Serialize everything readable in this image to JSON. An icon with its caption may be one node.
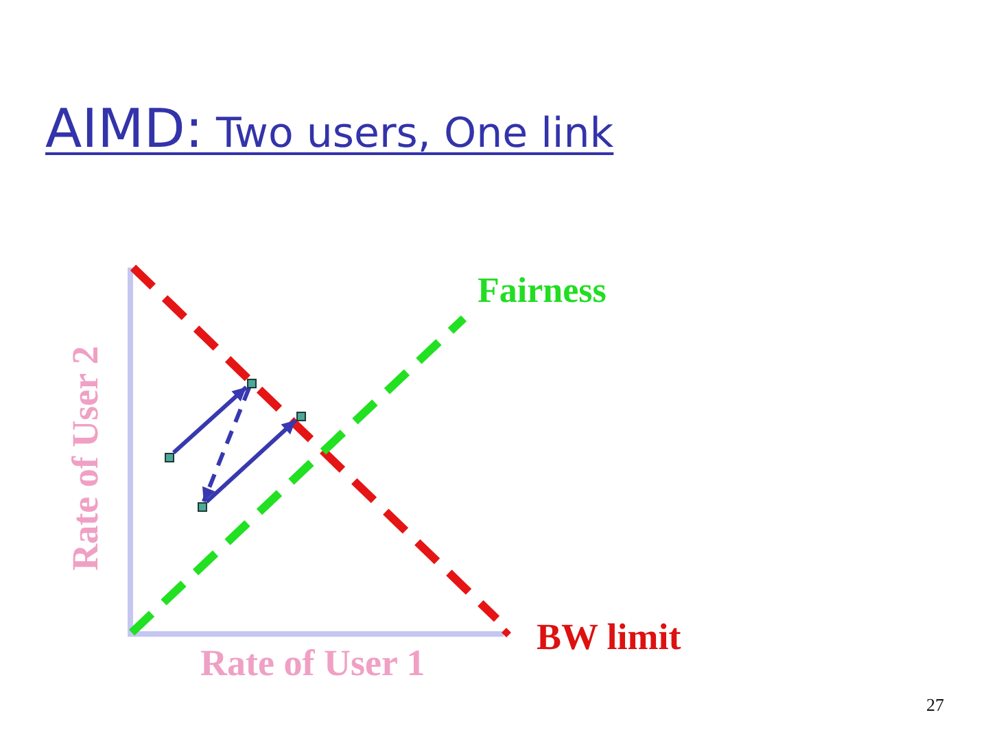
{
  "diagram": {
    "title": "AIMD: Two users, One link",
    "nodes": [
      {
        "text": [],
        "shape": "box"
      },
      {
        "text": [],
        "shape": "box"
      },
      {
        "text": [],
        "shape": "box"
      },
      {
        "text": [],
        "shape": "box"
      }
    ],
    "edges": [
      {
        "from": 0,
        "to": 1,
        "arrow": "to"
      },
      {
        "from": 1,
        "to": 2,
        "arrow": "to",
        "style": "dashed"
      },
      {
        "from": 2,
        "to": 3,
        "arrow": "to"
      }
    ],
    "labels": [
      "Fairness",
      "Rate of User 2",
      "BW limit",
      "Rate of User 1",
      "27"
    ]
  }
}
